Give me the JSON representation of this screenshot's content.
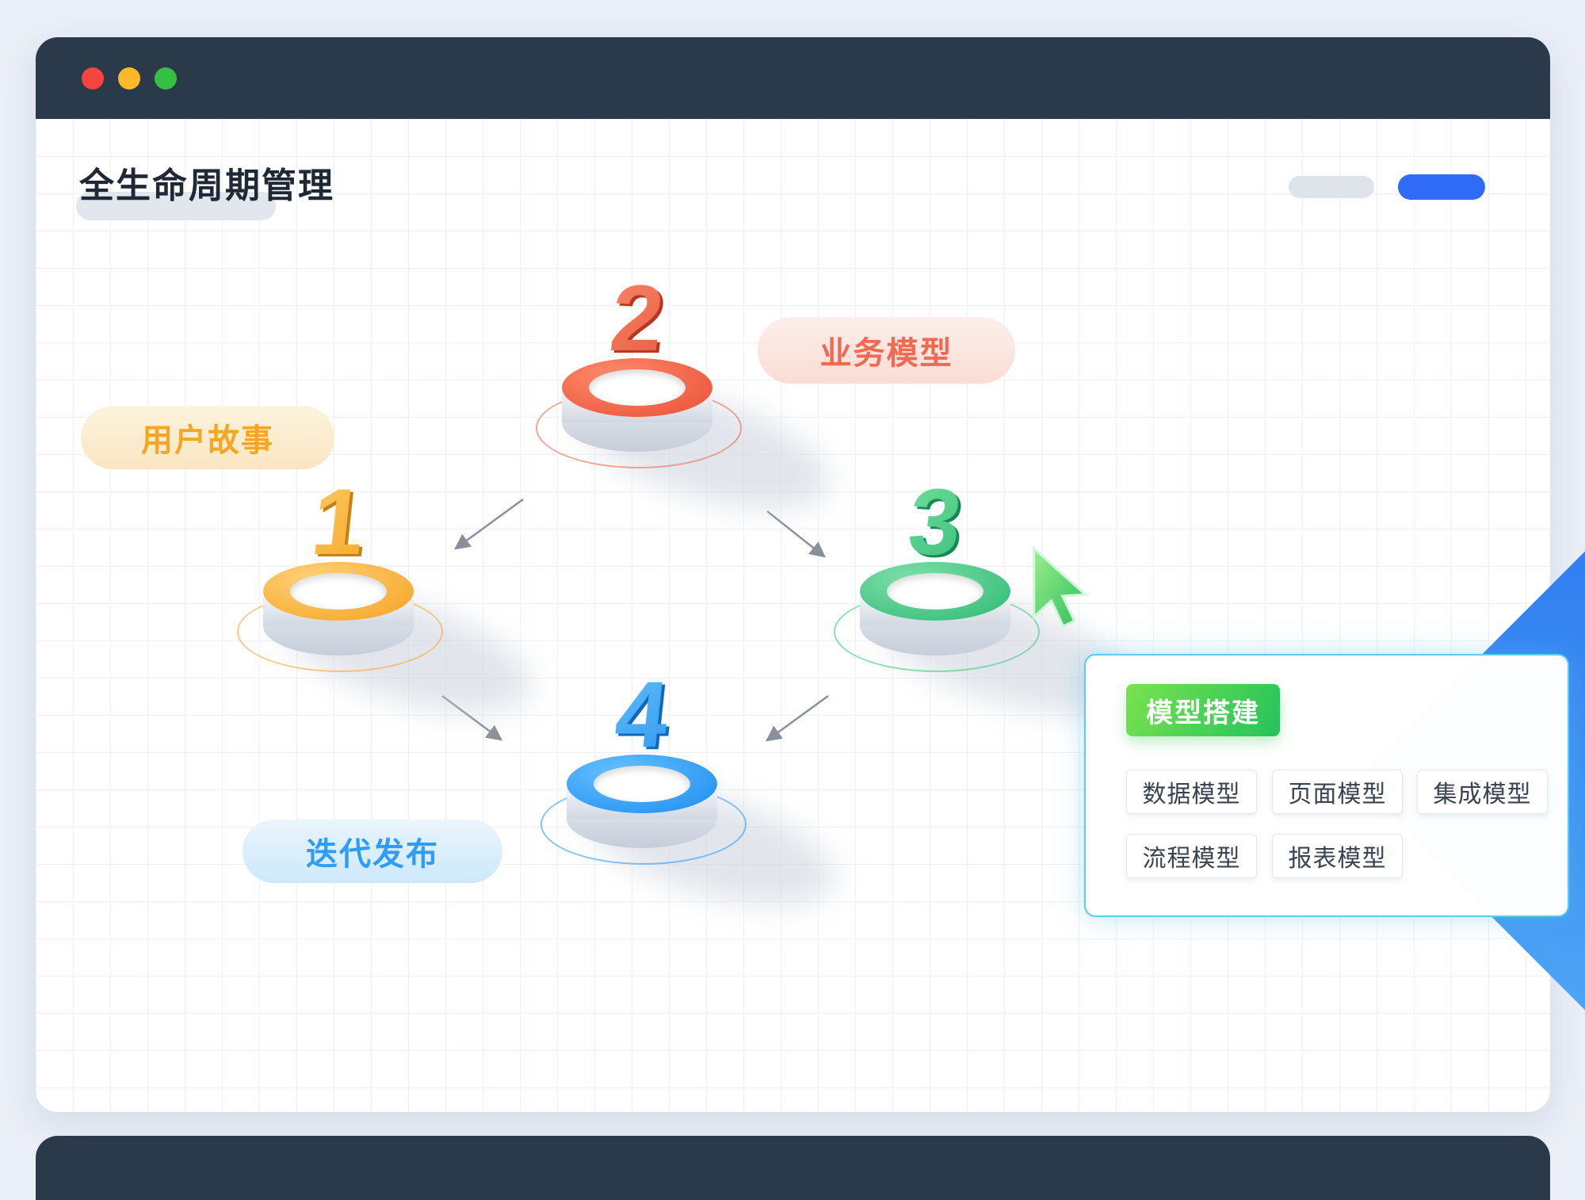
{
  "window": {
    "traffic_lights": {
      "red": "#f1453d",
      "yellow": "#fdb927",
      "green": "#35c043"
    },
    "titlebar_color": "#2b3a4a"
  },
  "header": {
    "title": "全生命周期管理",
    "pill_gray_color": "#dfe3ea",
    "pill_blue_color": "#2f6bf5"
  },
  "diagram": {
    "podiums": [
      {
        "number": "1",
        "color": "#f5a623"
      },
      {
        "number": "2",
        "color": "#e8503a"
      },
      {
        "number": "3",
        "color": "#2db873"
      },
      {
        "number": "4",
        "color": "#1b8cf0"
      }
    ],
    "labels": {
      "user_story": "用户故事",
      "business_model": "业务模型",
      "iteration_release": "迭代发布"
    },
    "arrow_color": "#8a909b"
  },
  "popup": {
    "primary_button": "模型搭建",
    "primary_color": "#2ec95a",
    "buttons": [
      "数据模型",
      "页面模型",
      "集成模型",
      "流程模型",
      "报表模型"
    ],
    "border_color": "#58cdec"
  },
  "accents": {
    "ribbon_blue": "#2e7bf0",
    "cursor_green": "#34c759"
  }
}
